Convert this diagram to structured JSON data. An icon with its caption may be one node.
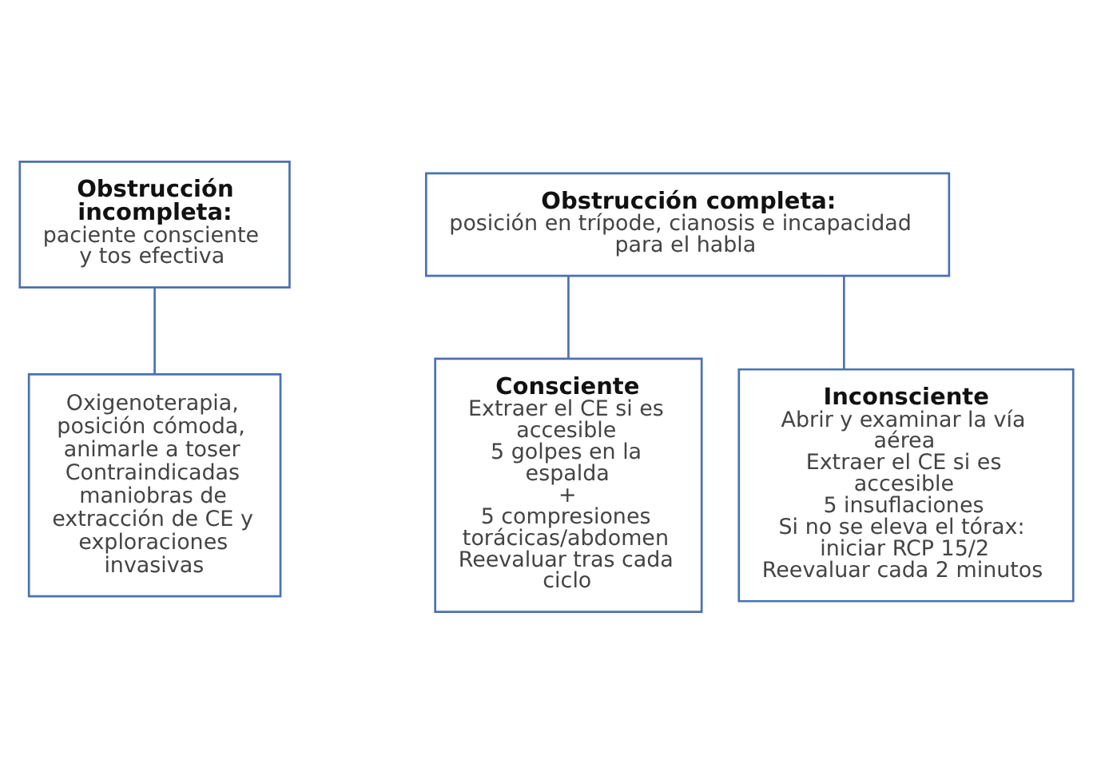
{
  "diagram": {
    "nodes": [
      {
        "text": [
          "Obstrucción incompleta:",
          "paciente consciente y tos efectiva"
        ]
      },
      {
        "text": [
          "Obstrucción completa:",
          "posición en trípode, cianosis e incapacidad para el habla"
        ]
      },
      {
        "text": [
          "Oxigenoterapia, posición cómoda, animarle a toser",
          "Contraindicadas maniobras de extracción de CE y exploraciones invasivas"
        ]
      },
      {
        "text": [
          "Consciente",
          "Extraer el CE si es accesible",
          "5 golpes en la espalda",
          "+",
          "5 compresiones torácicas/abdomen",
          "Reevaluar tras cada ciclo"
        ]
      },
      {
        "text": [
          "Inconsciente",
          "Abrir y examinar la vía aérea",
          "Extraer el CE si es accesible",
          "5 insuflaciones",
          "Si no se eleva el tórax: iniciar RCP 15/2",
          "Reevaluar cada 2 minutos"
        ]
      }
    ],
    "edges": [
      {
        "from": 0,
        "to": 2,
        "arrow": "none"
      },
      {
        "from": 1,
        "to": 3,
        "arrow": "none"
      },
      {
        "from": 1,
        "to": 4,
        "arrow": "none"
      }
    ]
  }
}
